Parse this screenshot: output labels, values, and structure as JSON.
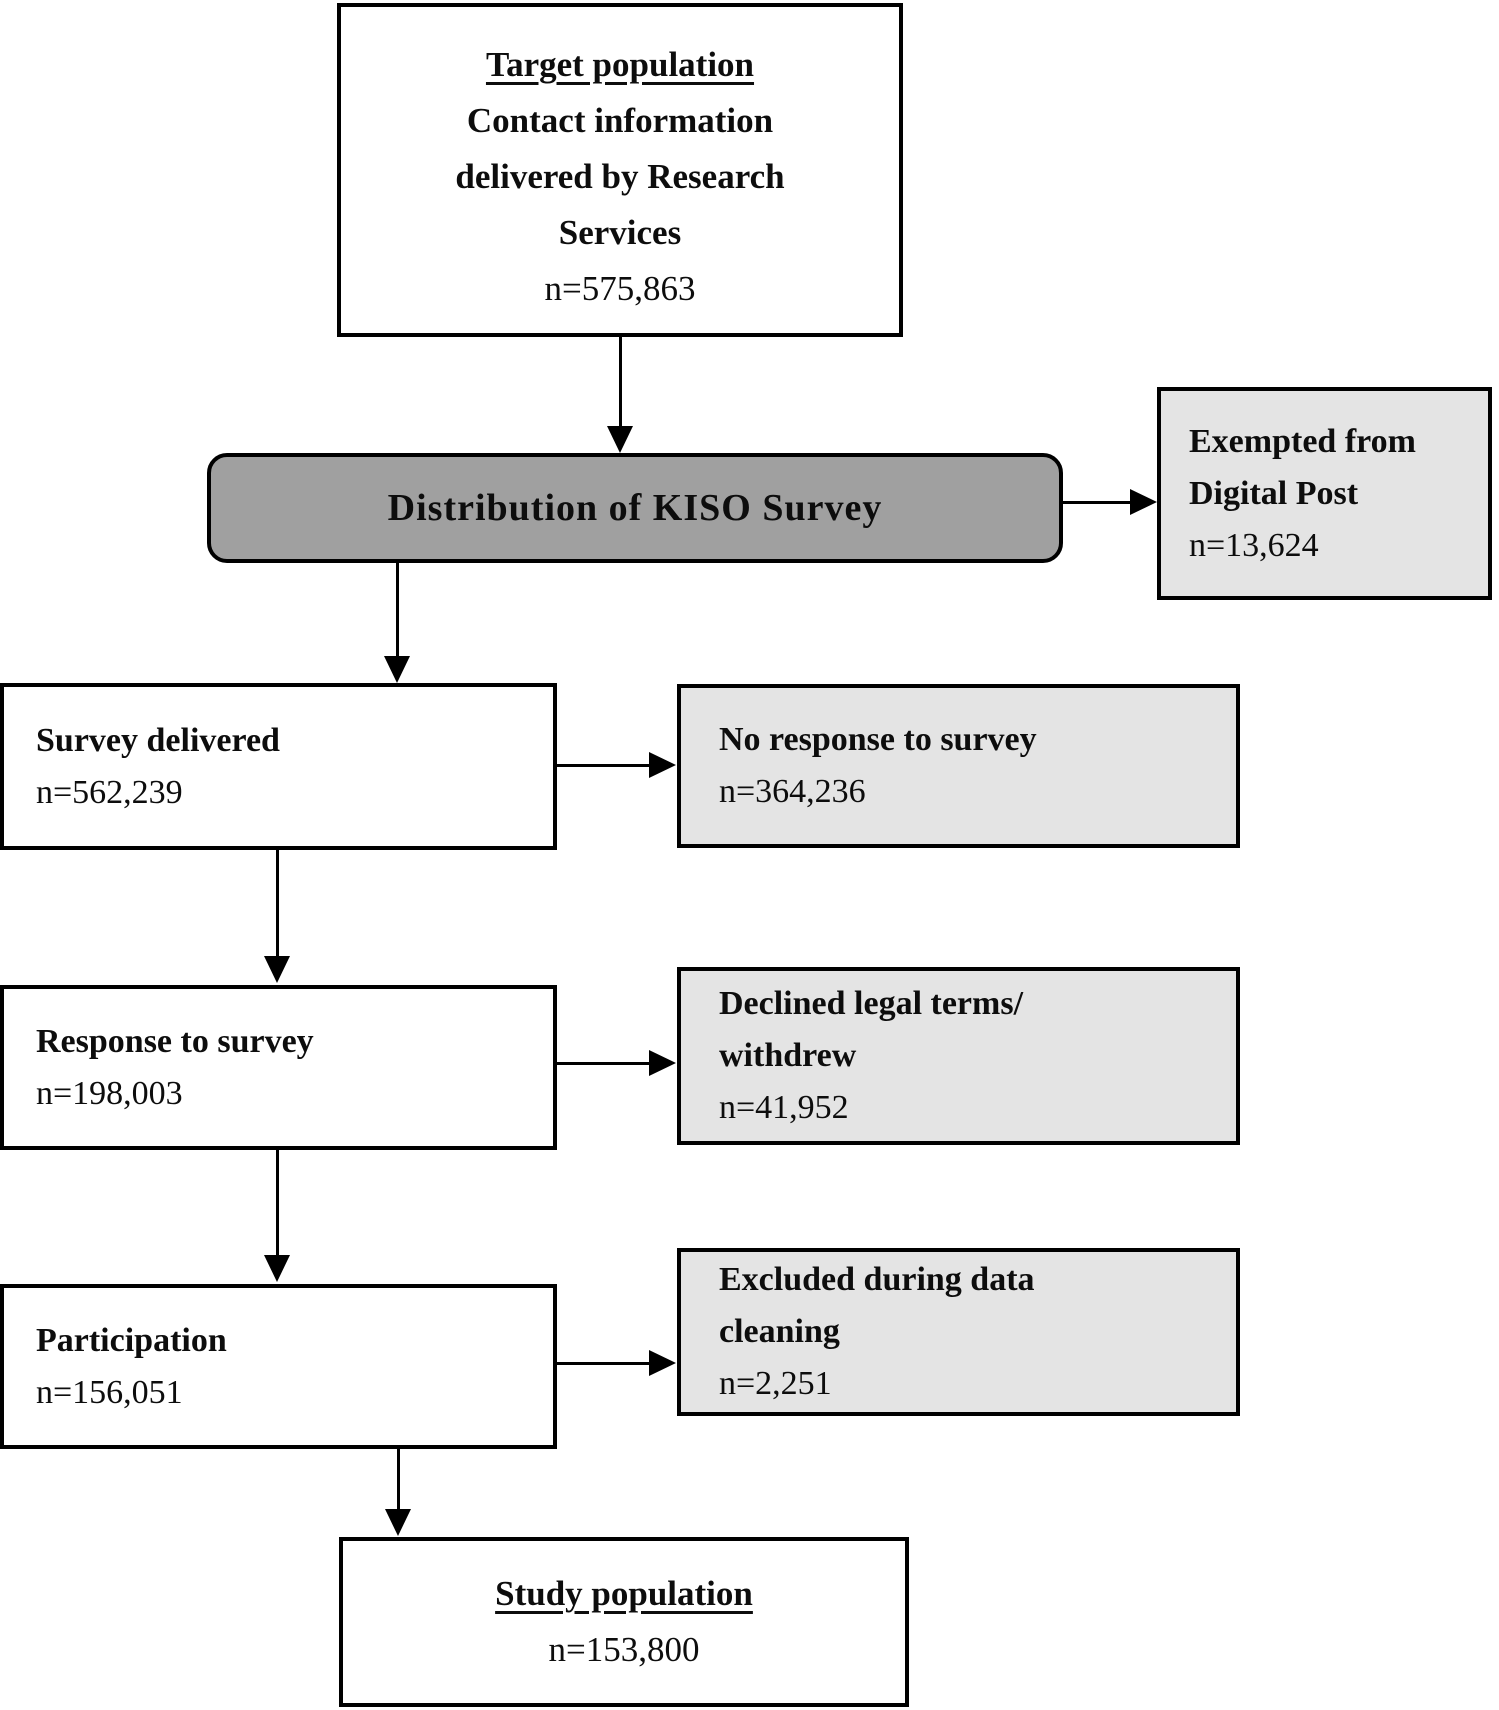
{
  "diagram": {
    "title_hint": "Survey participation flowchart",
    "colors": {
      "box_border": "#000000",
      "main_fill": "#ffffff",
      "side_fill": "#e4e4e4",
      "distribution_fill": "#a0a0a0",
      "arrow": "#000000",
      "text": "#0d0d0d"
    },
    "nodes": {
      "target": {
        "title": "Target population",
        "lines": [
          "Contact information",
          "delivered by Research",
          "Services"
        ],
        "n": "n=575,863"
      },
      "distribution": {
        "label": "Distribution of KISO Survey"
      },
      "exempted": {
        "lines": [
          "Exempted from",
          "Digital Post"
        ],
        "n": "n=13,624"
      },
      "survey_delivered": {
        "label": "Survey delivered",
        "n": "n=562,239"
      },
      "no_response": {
        "label": "No response to survey",
        "n": "n=364,236"
      },
      "response": {
        "label": "Response to survey",
        "n": "n=198,003"
      },
      "declined": {
        "lines": [
          "Declined legal terms/",
          "withdrew"
        ],
        "n": "n=41,952"
      },
      "participation": {
        "label": "Participation",
        "n": "n=156,051"
      },
      "excluded": {
        "lines": [
          "Excluded during data",
          "cleaning"
        ],
        "n": "n=2,251"
      },
      "study": {
        "title": "Study population",
        "n": "n=153,800"
      }
    }
  }
}
